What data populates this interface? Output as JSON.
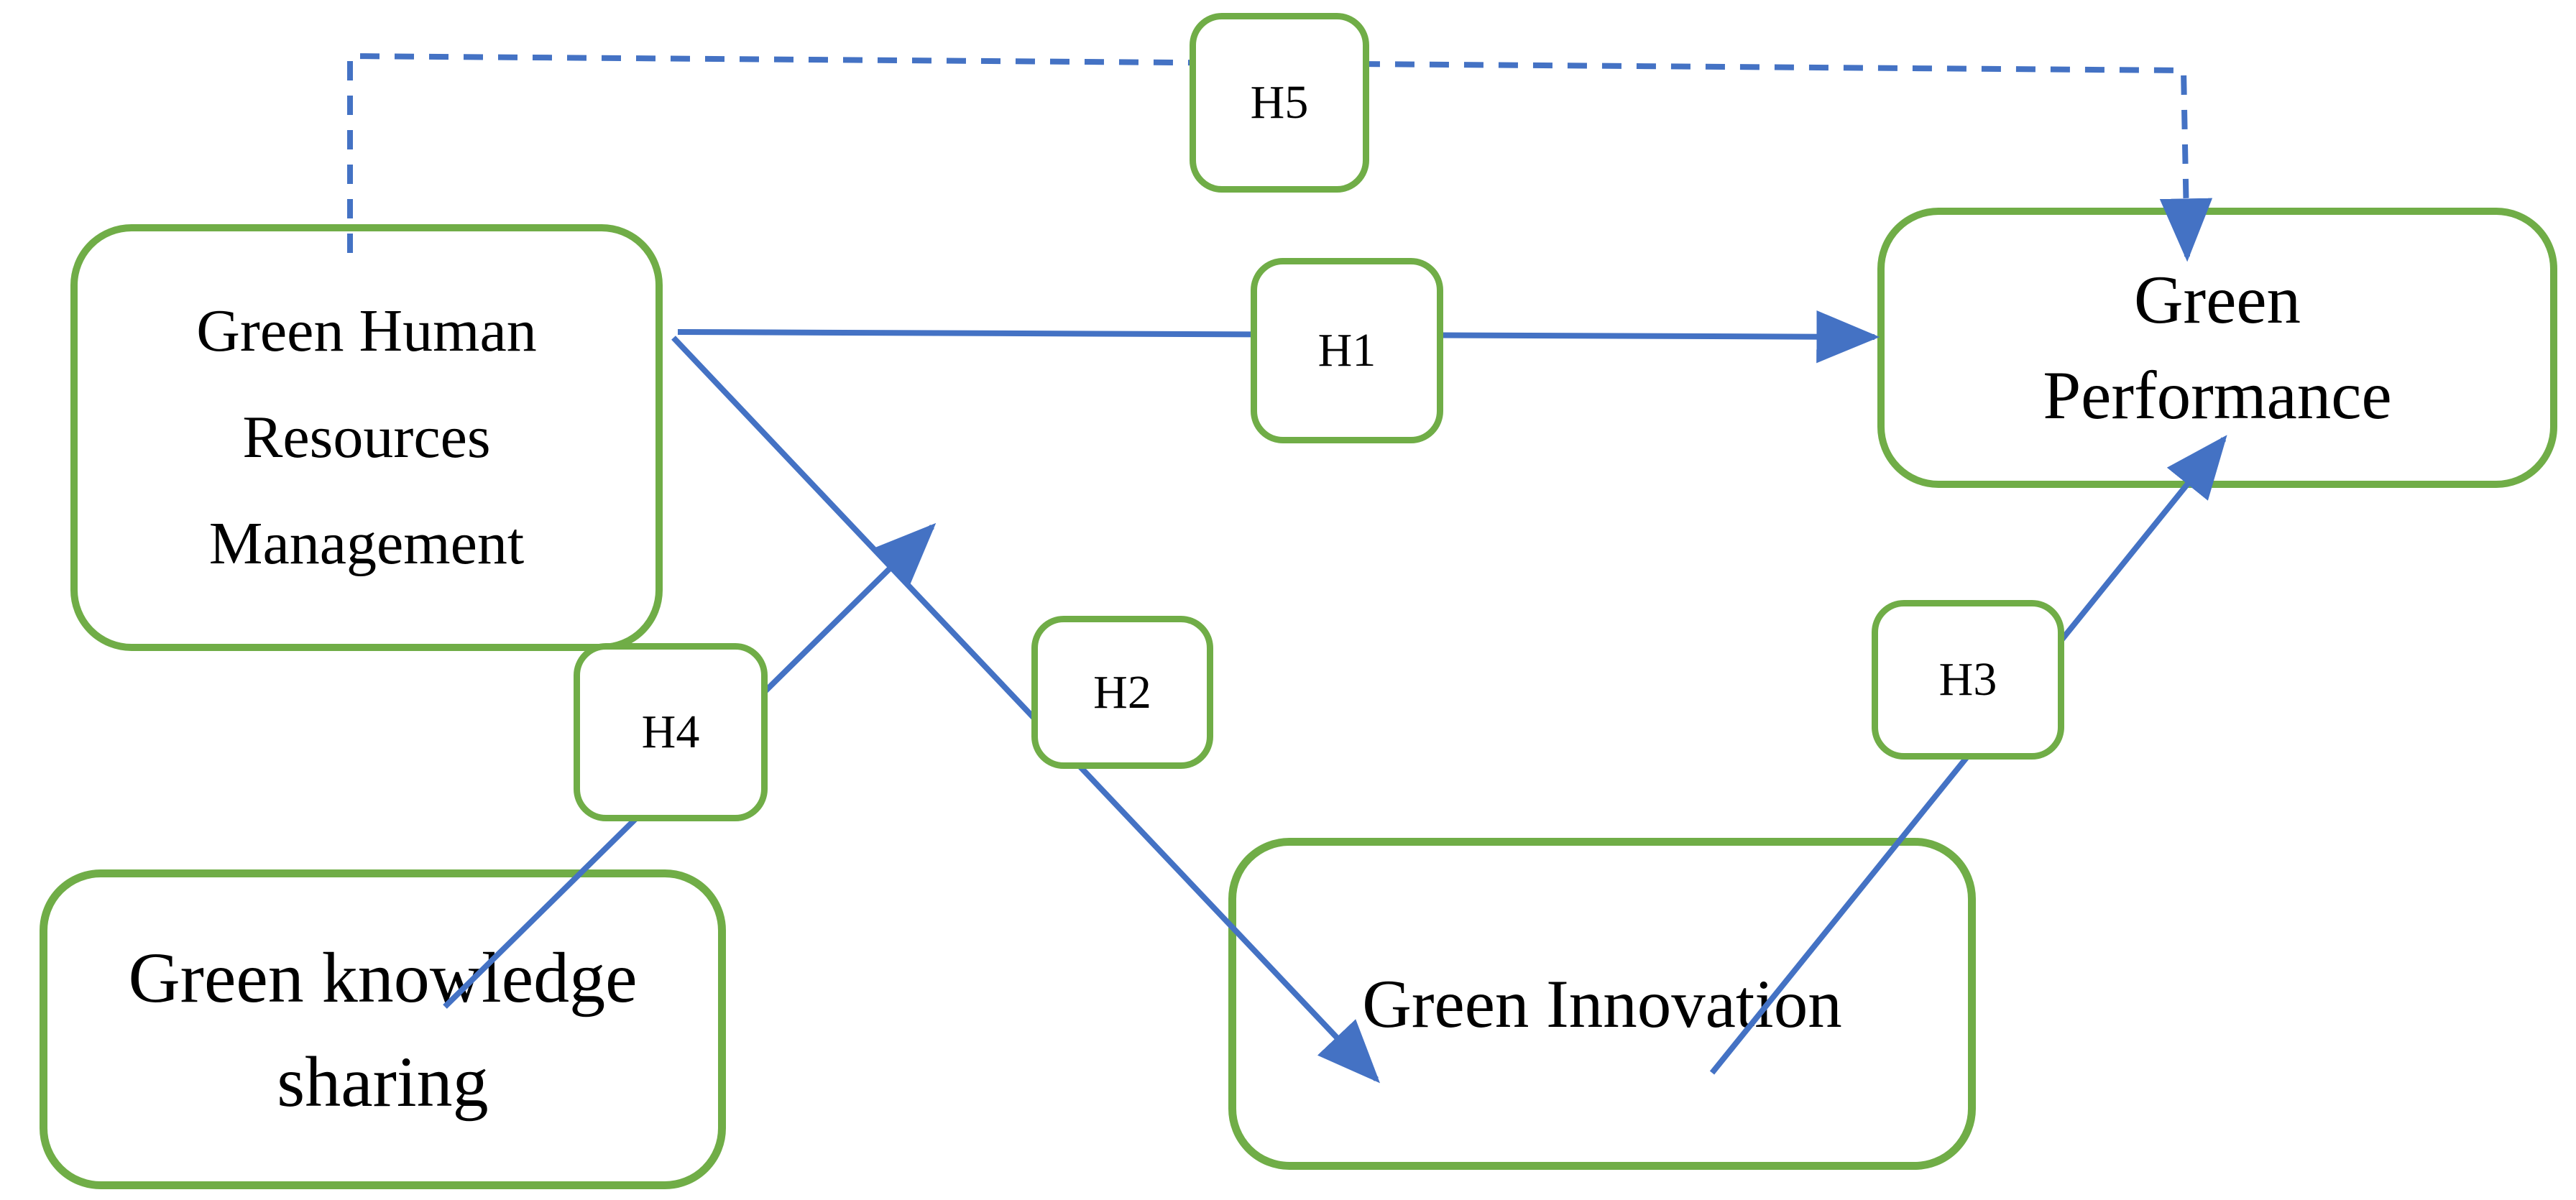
{
  "figure": {
    "type": "hypothesis-path-model-diagram",
    "background": "#ffffff",
    "colors": {
      "node_border": "#70AD47",
      "arrow": "#4472C4",
      "text": "#000000"
    },
    "nodes": {
      "ghrm": {
        "line1": "Green Human",
        "line2": "Resources",
        "line3": "Management"
      },
      "knowledge": {
        "line1": "Green knowledge",
        "line2": "sharing"
      },
      "innovation": {
        "line1": "Green Innovation"
      },
      "performance": {
        "line1": "Green",
        "line2": "Performance"
      }
    },
    "hypotheses": {
      "h1": "H1",
      "h2": "H2",
      "h3": "H3",
      "h4": "H4",
      "h5": "H5"
    },
    "edges": [
      {
        "label": "H1",
        "from": "Green Human Resources Management",
        "to": "Green Performance",
        "style": "solid"
      },
      {
        "label": "H2",
        "from": "Green Human Resources Management",
        "to": "Green Innovation",
        "style": "solid"
      },
      {
        "label": "H3",
        "from": "Green Innovation",
        "to": "Green Performance",
        "style": "solid"
      },
      {
        "label": "H4",
        "from": "Green knowledge sharing",
        "to": "GHRM-to-Green-Innovation path",
        "style": "solid"
      },
      {
        "label": "H5",
        "from": "Green Human Resources Management",
        "to": "Green Performance",
        "style": "dashed"
      }
    ]
  }
}
